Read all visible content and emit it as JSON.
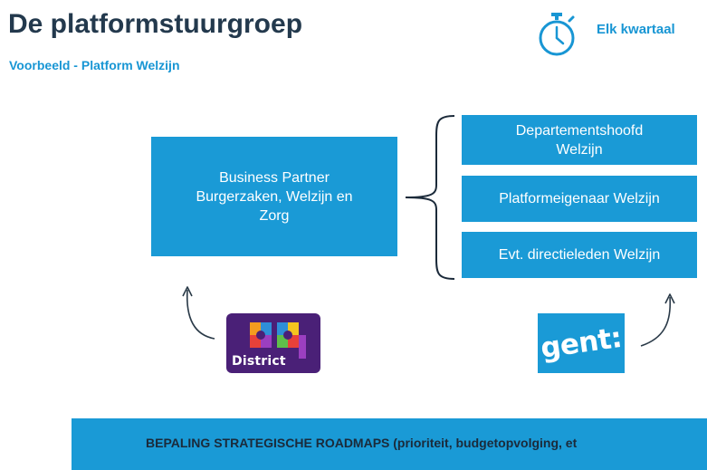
{
  "header": {
    "title": "De platformstuurgroep",
    "subtitle": "Voorbeeld - Platform Welzijn",
    "frequency_label": "Elk kwartaal",
    "frequency_icon": "stopwatch-icon"
  },
  "diagram": {
    "main_box": {
      "line1": "Business Partner",
      "line2": "Burgerzaken, Welzijn en",
      "line3": "Zorg"
    },
    "members": [
      {
        "line1": "Departementshoofd",
        "line2": "Welzijn"
      },
      {
        "line1": "Platformeigenaar Welzijn"
      },
      {
        "line1": "Evt. directieleden Welzijn"
      }
    ]
  },
  "logos": {
    "district": {
      "text": "District",
      "icon": "district09-logo"
    },
    "gent": {
      "text": "gent:",
      "icon": "gent-logo"
    }
  },
  "banner": {
    "text": "BEPALING STRATEGISCHE ROADMAPS (prioriteit, budgetopvolging, et"
  },
  "colors": {
    "accent": "#1a9ad6",
    "title": "#23394d",
    "district_bg": "#4a2077"
  }
}
